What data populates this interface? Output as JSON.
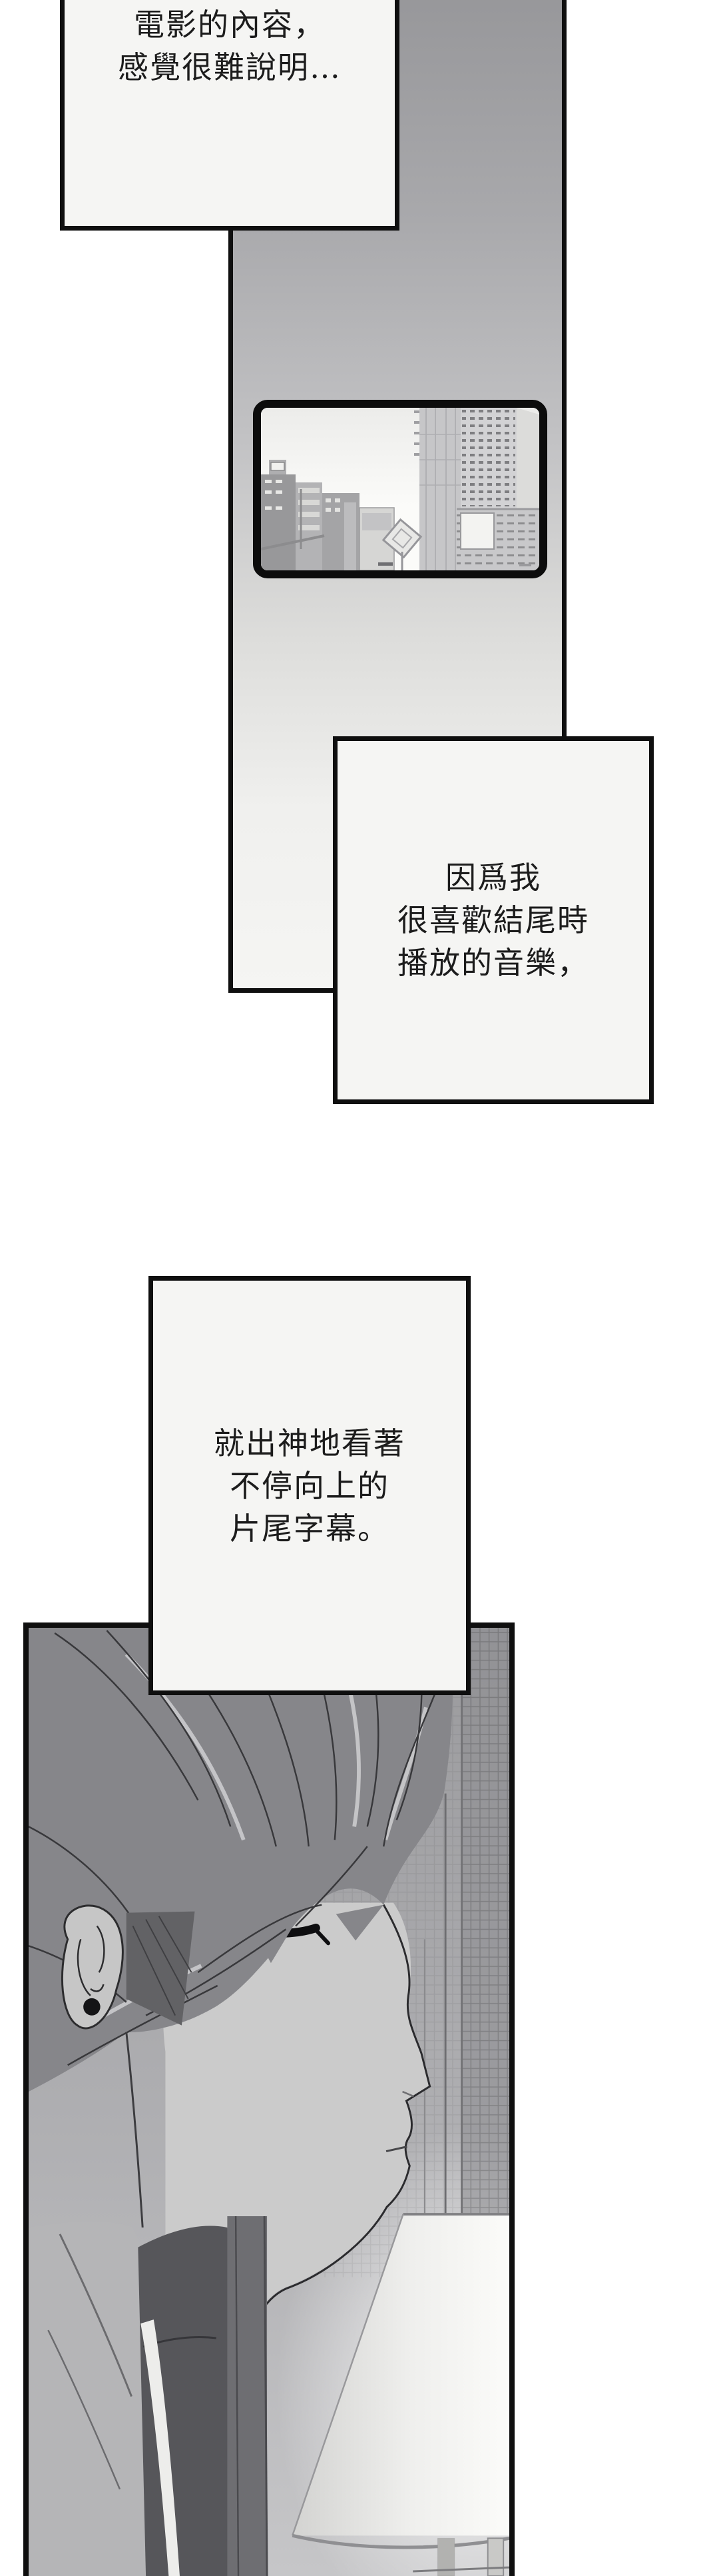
{
  "page": {
    "kind": "comic-page",
    "language": "zh-Hant",
    "colors": {
      "background": "#ffffff",
      "ink": "#111111",
      "paper": "#f5f5f3",
      "panel_gradient_top": "#97979a",
      "panel_gradient_bottom": "#f5f5f3",
      "wall_gray": "#a6a6a9",
      "hair_gray": "#86868a",
      "skin_gray": "#cbcbcb",
      "lamp_white": "#f6f6f4"
    }
  },
  "captions": [
    {
      "name": "caption-top",
      "lines": [
        "電影的內容，",
        "感覺很難說明…"
      ]
    },
    {
      "name": "caption-middle",
      "lines": [
        "因爲我",
        "很喜歡結尾時",
        "播放的音樂，"
      ]
    },
    {
      "name": "caption-bottom",
      "lines": [
        "就出神地看著",
        "不停向上的",
        "片尾字幕。"
      ]
    }
  ]
}
